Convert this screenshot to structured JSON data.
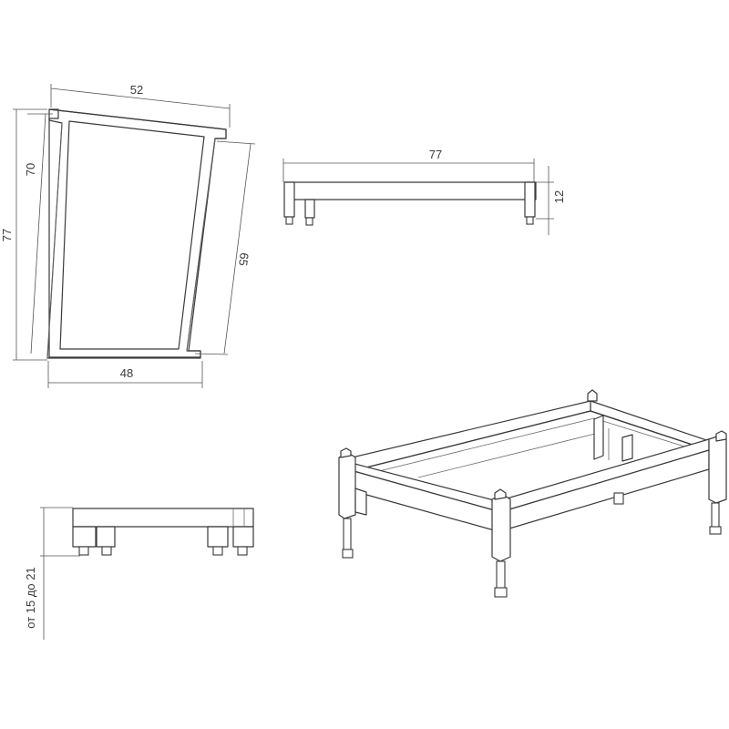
{
  "dimensions": {
    "side_top": "52",
    "side_front_height": "70",
    "side_total_height": "77",
    "side_back_height": "65",
    "side_bottom": "48",
    "top_view_length": "77",
    "top_view_height": "12",
    "adjust_range": "от 15 до 21"
  }
}
